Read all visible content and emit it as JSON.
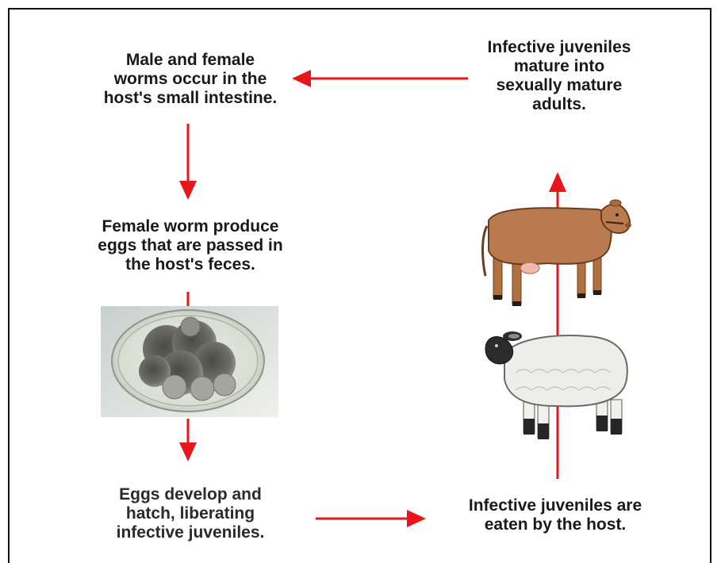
{
  "steps": {
    "adults_in_intestine": "Male and female\nworms occur in the\nhost's small intestine.",
    "eggs_in_feces": "Female worm produce\neggs that are passed in\nthe host's feces.",
    "eggs_hatch": "Eggs develop and\nhatch, liberating\ninfective juveniles.",
    "eaten_by_host": "Infective juveniles are\neaten by the host.",
    "mature_adults": "Infective juveniles\nmature into\nsexually mature\nadults."
  },
  "colors": {
    "arrow": "#e8151b",
    "cow_body": "#b97a4f",
    "sheep_wool": "#ededea",
    "sheep_face": "#2b2b2b",
    "egg_shell": "#d6dccf"
  },
  "icons": [
    "cow-illustration",
    "sheep-illustration",
    "egg-micrograph"
  ]
}
